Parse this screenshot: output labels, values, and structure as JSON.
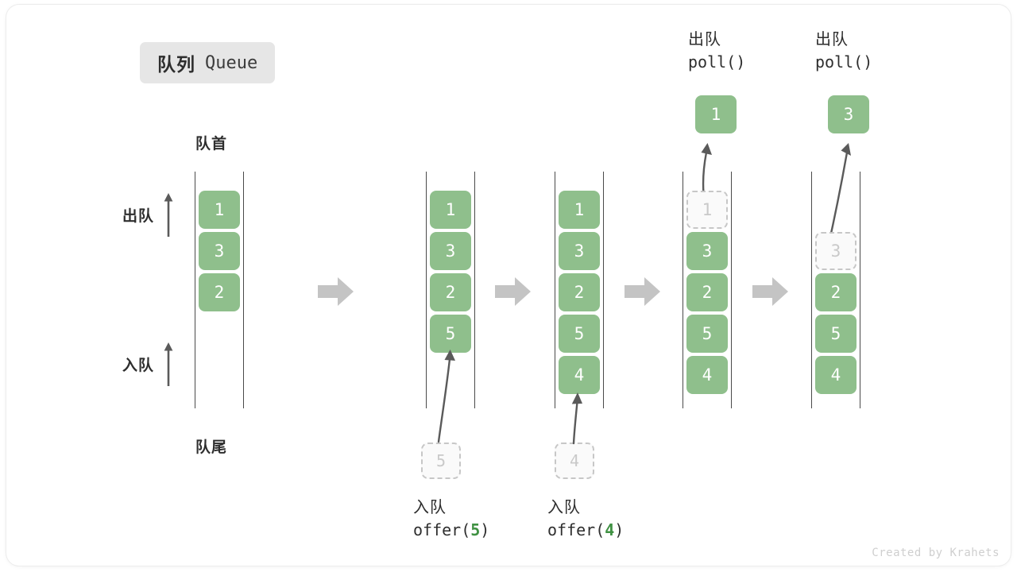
{
  "title": {
    "cn": "队列",
    "en": "Queue"
  },
  "labels": {
    "head": "队首",
    "tail": "队尾",
    "dequeue_side": "出队",
    "enqueue_side": "入队"
  },
  "colors": {
    "element_fill": "#8fbf8c",
    "element_text": "#ffffff",
    "ghost_border": "#c7c7c7",
    "ghost_text": "#c9c9c9",
    "rail": "#4a4a4a",
    "flow_arrow": "#c4c4c4",
    "motion_arrow": "#5a5a5a",
    "accent_code_value": "#3f9142",
    "badge_bg": "#e6e6e6"
  },
  "stages": [
    {
      "id": "initial",
      "items": [
        "1",
        "3",
        "2"
      ],
      "ghost_index": null,
      "capacity": 6
    },
    {
      "id": "after-offer-5",
      "items": [
        "1",
        "3",
        "2",
        "5"
      ],
      "ghost_index": null,
      "capacity": 6,
      "pending": "5",
      "caption": {
        "cn": "入队",
        "code_prefix": "offer(",
        "code_value": "5",
        "code_suffix": ")"
      }
    },
    {
      "id": "after-offer-4",
      "items": [
        "1",
        "3",
        "2",
        "5",
        "4"
      ],
      "ghost_index": null,
      "capacity": 6,
      "pending": "4",
      "caption": {
        "cn": "入队",
        "code_prefix": "offer(",
        "code_value": "4",
        "code_suffix": ")"
      }
    },
    {
      "id": "after-poll-1",
      "items": [
        "1",
        "3",
        "2",
        "5",
        "4"
      ],
      "ghost_index": 0,
      "capacity": 6,
      "popped": "1",
      "caption_top": {
        "cn": "出队",
        "code": "poll()"
      }
    },
    {
      "id": "after-poll-3",
      "items": [
        "",
        "3",
        "2",
        "5",
        "4"
      ],
      "ghost_index": 1,
      "capacity": 6,
      "popped": "3",
      "caption_top": {
        "cn": "出队",
        "code": "poll()"
      }
    }
  ],
  "credit": "Created by Krahets"
}
